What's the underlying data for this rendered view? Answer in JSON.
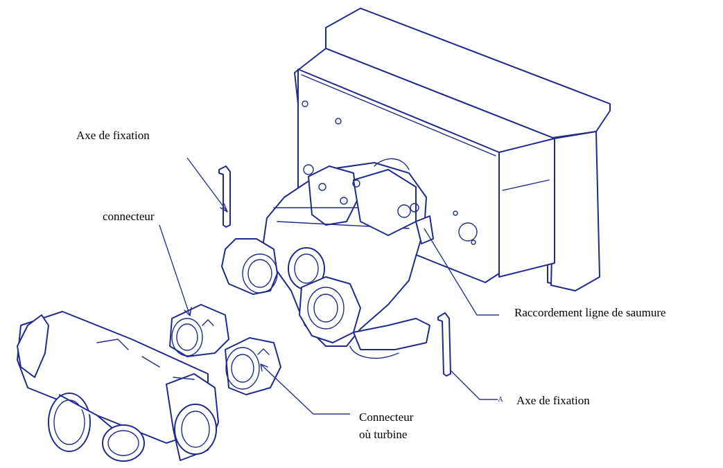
{
  "labels": {
    "axe_fixation_top": "Axe de fixation",
    "connecteur": "connecteur",
    "raccordement": "Raccordement ligne de  saumure",
    "axe_fixation_bottom": "Axe de fixation",
    "connecteur_turbine_line1": "Connecteur",
    "connecteur_turbine_line2": "où turbine",
    "small_mark": "A"
  },
  "colors": {
    "ink": "#1f2a8c",
    "text": "#000000",
    "background": "#ffffff"
  }
}
